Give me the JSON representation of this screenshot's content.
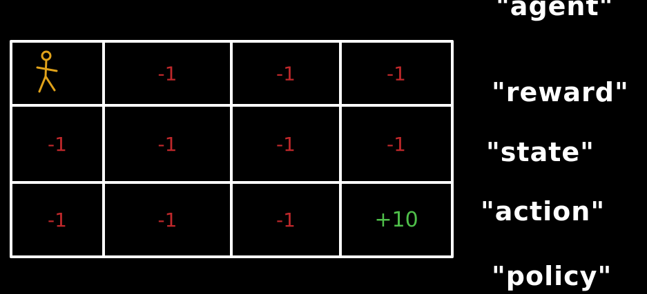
{
  "colors": {
    "background": "#000000",
    "grid_line": "#ffffff",
    "penalty": "#c0282b",
    "goal": "#4fc04a",
    "agent": "#e0a21a",
    "term_text": "#ffffff"
  },
  "grid": {
    "rows": 3,
    "cols": 4,
    "cells": [
      [
        {
          "kind": "agent",
          "icon": "stick-figure-agent-icon"
        },
        {
          "kind": "reward",
          "label": "-1"
        },
        {
          "kind": "reward",
          "label": "-1"
        },
        {
          "kind": "reward",
          "label": "-1"
        }
      ],
      [
        {
          "kind": "reward",
          "label": "-1"
        },
        {
          "kind": "reward",
          "label": "-1"
        },
        {
          "kind": "reward",
          "label": "-1"
        },
        {
          "kind": "reward",
          "label": "-1"
        }
      ],
      [
        {
          "kind": "reward",
          "label": "-1"
        },
        {
          "kind": "reward",
          "label": "-1"
        },
        {
          "kind": "reward",
          "label": "-1"
        },
        {
          "kind": "goal",
          "label": "+10"
        }
      ]
    ]
  },
  "terms": [
    "\"agent\"",
    "\"reward\"",
    "\"state\"",
    "\"action\"",
    "\"policy\""
  ]
}
